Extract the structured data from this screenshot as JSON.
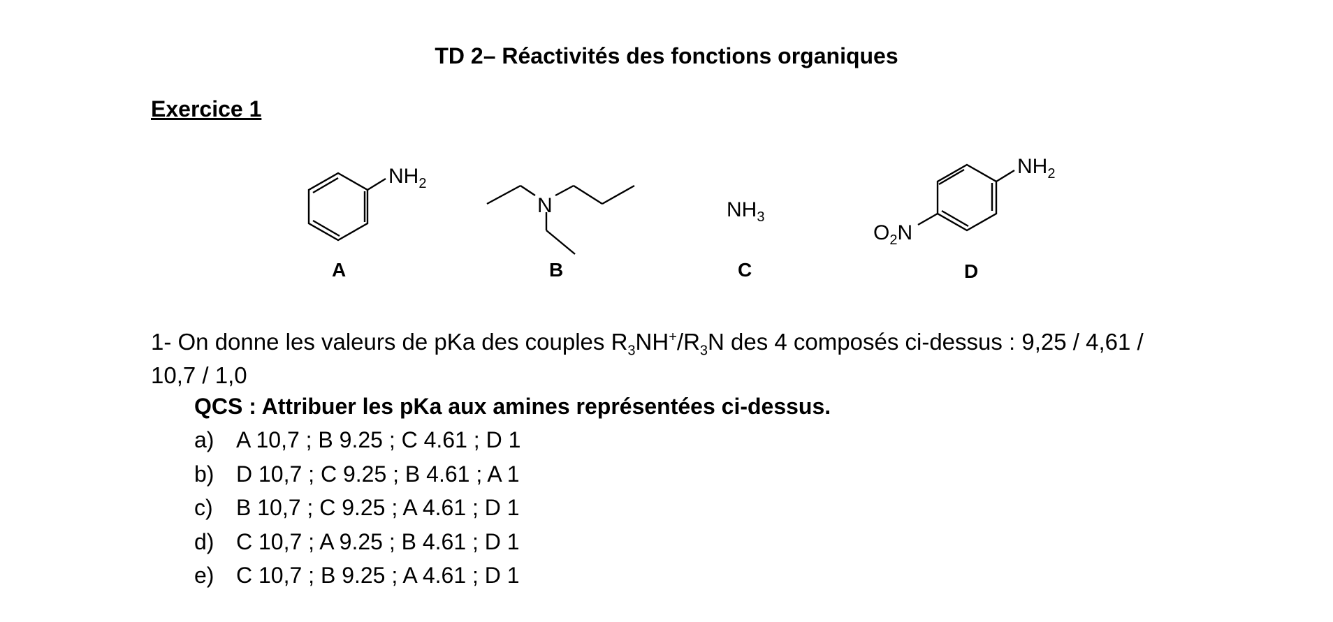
{
  "title": "TD 2– Réactivités des fonctions organiques",
  "exercise": "Exercice 1",
  "molecules": {
    "A": {
      "label": "A",
      "group": "NH",
      "group_sub": "2"
    },
    "B": {
      "label": "B",
      "atom": "N"
    },
    "C": {
      "label": "C",
      "formula": "NH",
      "formula_sub": "3"
    },
    "D": {
      "label": "D",
      "group": "NH",
      "group_sub": "2",
      "nitro_o": "O",
      "nitro_sub": "2",
      "nitro_n": "N"
    }
  },
  "question": {
    "prefix": "1- On donne les valeurs de pKa des couples R",
    "sub1": "3",
    "mid1": "NH",
    "sup1": "+",
    "mid2": "/R",
    "sub2": "3",
    "suffix": "N  des 4 composés ci-dessus :  9,25  /  4,61  /  10,7  /  1,0"
  },
  "qcs": "QCS : Attribuer les pKa aux amines représentées ci-dessus.",
  "options": [
    {
      "letter": "a)",
      "text": "A 10,7 ; B 9.25 ; C 4.61 ; D 1"
    },
    {
      "letter": "b)",
      "text": "D 10,7 ; C 9.25 ; B 4.61 ; A 1"
    },
    {
      "letter": "c)",
      "text": "B 10,7 ; C 9.25 ; A 4.61 ; D 1"
    },
    {
      "letter": "d)",
      "text": "C 10,7 ; A 9.25 ; B 4.61 ; D 1"
    },
    {
      "letter": "e)",
      "text": "C 10,7 ; B 9.25 ; A 4.61 ; D 1"
    }
  ]
}
